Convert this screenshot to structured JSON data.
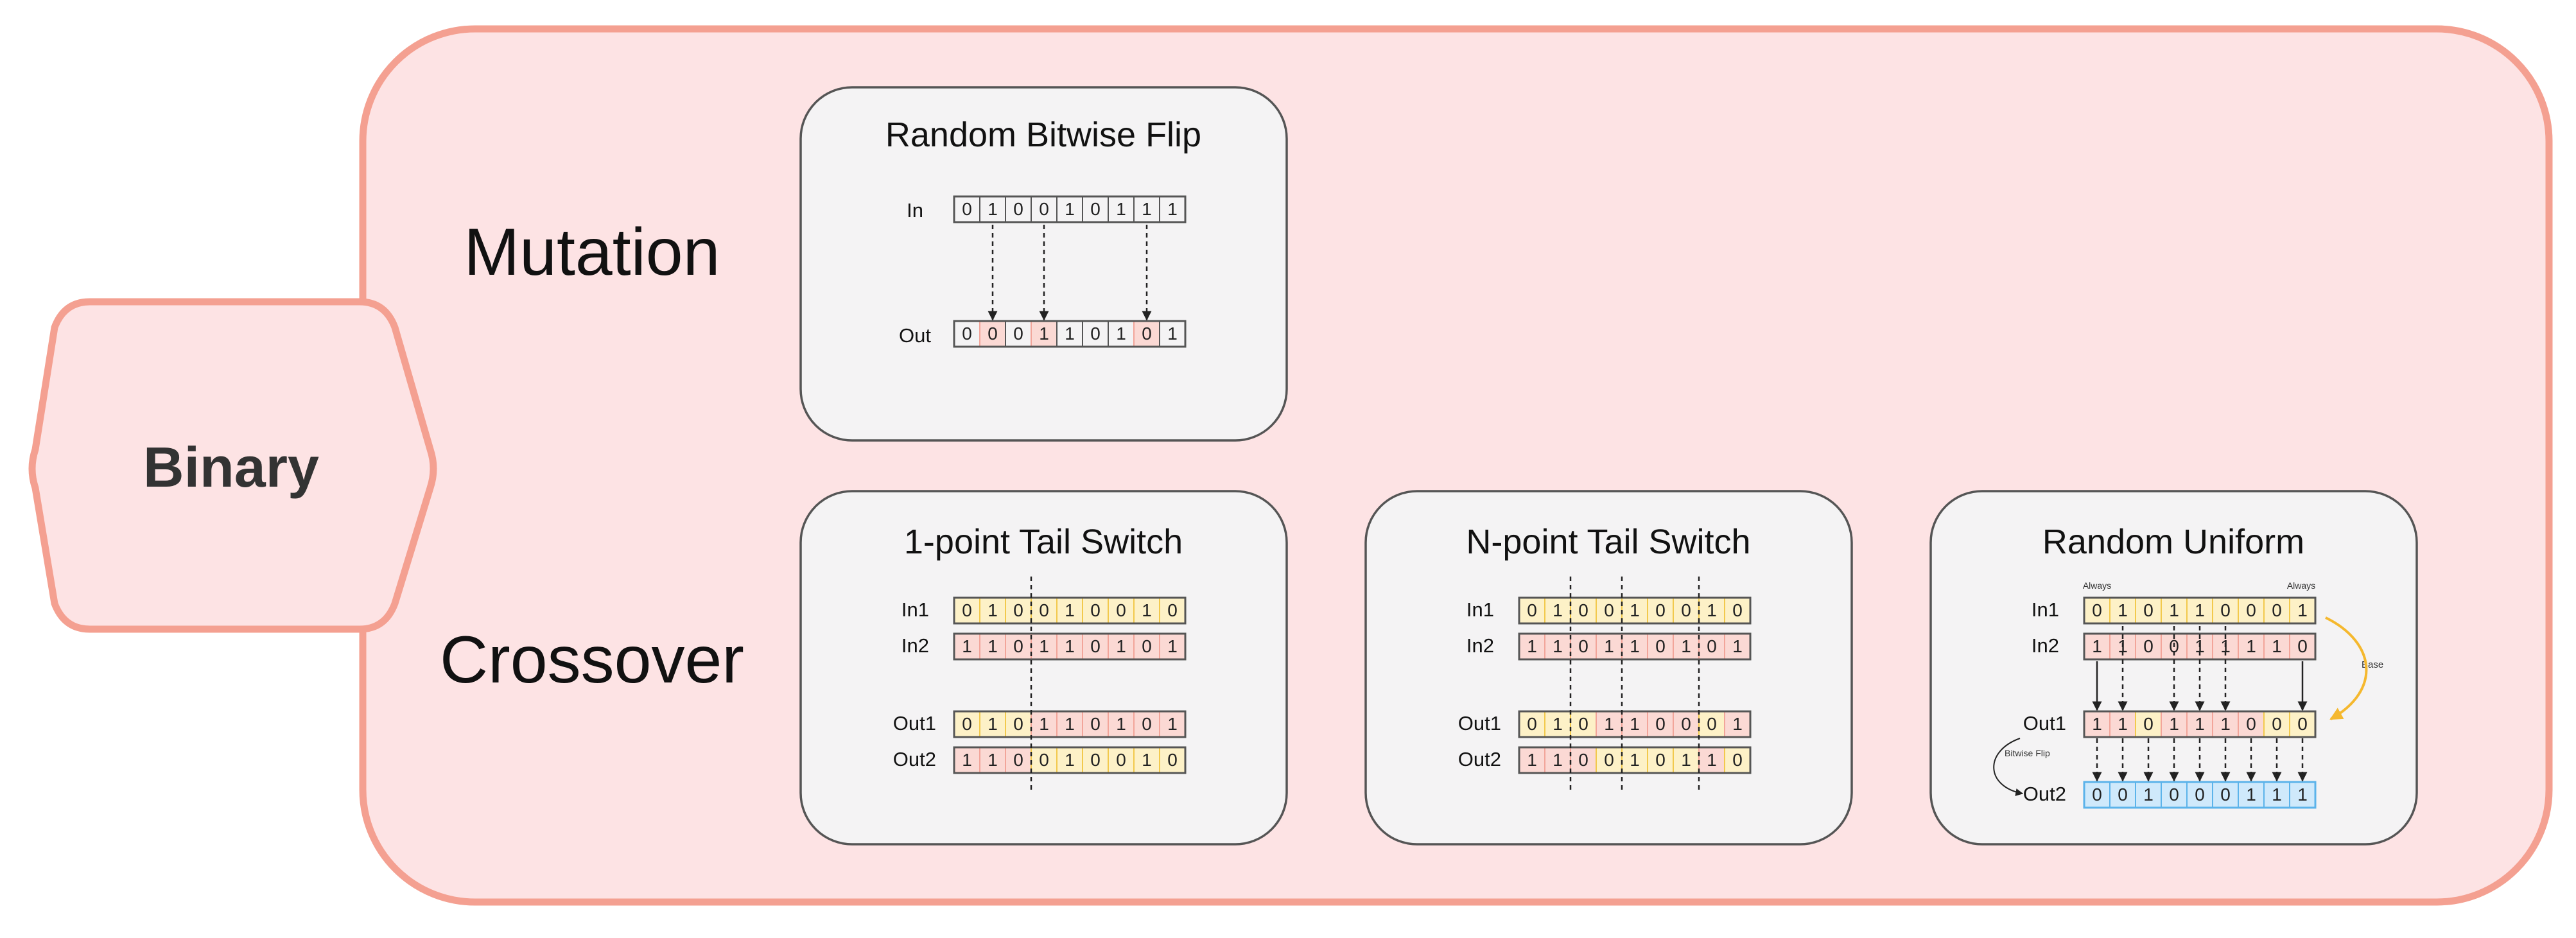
{
  "root": {
    "label": "Binary"
  },
  "sections": {
    "mutation": "Mutation",
    "crossover": "Crossover"
  },
  "colors": {
    "panel_fill": "#fde3e4",
    "panel_stroke": "#f4a091",
    "card_fill": "#f4f3f4",
    "card_stroke": "#555555",
    "yellow_fill": "#fdf1c7",
    "yellow_stroke": "#f2c94c",
    "pink_fill": "#fbd9d4",
    "pink_stroke": "#f2a59a",
    "blue_fill": "#cfe9fb",
    "blue_stroke": "#5bb3ea",
    "cell_stroke": "#555555",
    "arrow_yellow": "#f5b82e"
  },
  "cards": {
    "bitwise": {
      "title": "Random Bitwise Flip",
      "rows": [
        {
          "label": "In",
          "bits": [
            "0",
            "1",
            "0",
            "0",
            "1",
            "0",
            "1",
            "1",
            "1"
          ]
        },
        {
          "label": "Out",
          "bits": [
            "0",
            "0",
            "0",
            "1",
            "1",
            "0",
            "1",
            "0",
            "1"
          ]
        }
      ]
    },
    "one_point": {
      "title": "1-point Tail Switch",
      "rows": [
        {
          "label": "In1",
          "bits": [
            "0",
            "1",
            "0",
            "0",
            "1",
            "0",
            "0",
            "1",
            "0"
          ]
        },
        {
          "label": "In2",
          "bits": [
            "1",
            "1",
            "0",
            "1",
            "1",
            "0",
            "1",
            "0",
            "1"
          ]
        },
        {
          "label": "Out1",
          "bits": [
            "0",
            "1",
            "0",
            "1",
            "1",
            "0",
            "1",
            "0",
            "1"
          ]
        },
        {
          "label": "Out2",
          "bits": [
            "1",
            "1",
            "0",
            "0",
            "1",
            "0",
            "0",
            "1",
            "0"
          ]
        }
      ]
    },
    "n_point": {
      "title": "N-point Tail Switch",
      "rows": [
        {
          "label": "In1",
          "bits": [
            "0",
            "1",
            "0",
            "0",
            "1",
            "0",
            "0",
            "1",
            "0"
          ]
        },
        {
          "label": "In2",
          "bits": [
            "1",
            "1",
            "0",
            "1",
            "1",
            "0",
            "1",
            "0",
            "1"
          ]
        },
        {
          "label": "Out1",
          "bits": [
            "0",
            "1",
            "0",
            "1",
            "1",
            "0",
            "0",
            "0",
            "1"
          ]
        },
        {
          "label": "Out2",
          "bits": [
            "1",
            "1",
            "0",
            "0",
            "1",
            "0",
            "1",
            "1",
            "0"
          ]
        }
      ]
    },
    "uniform": {
      "title": "Random Uniform",
      "always_left": "Always",
      "always_right": "Always",
      "base_label": "Base",
      "flip_label": "Bitwise Flip",
      "rows": [
        {
          "label": "In1",
          "bits": [
            "0",
            "1",
            "0",
            "1",
            "1",
            "0",
            "0",
            "0",
            "1"
          ]
        },
        {
          "label": "In2",
          "bits": [
            "1",
            "1",
            "0",
            "0",
            "1",
            "1",
            "1",
            "1",
            "0"
          ]
        },
        {
          "label": "Out1",
          "bits": [
            "1",
            "1",
            "0",
            "1",
            "1",
            "1",
            "0",
            "0",
            "0"
          ]
        },
        {
          "label": "Out2",
          "bits": [
            "0",
            "0",
            "1",
            "0",
            "0",
            "0",
            "1",
            "1",
            "1"
          ]
        }
      ]
    }
  }
}
